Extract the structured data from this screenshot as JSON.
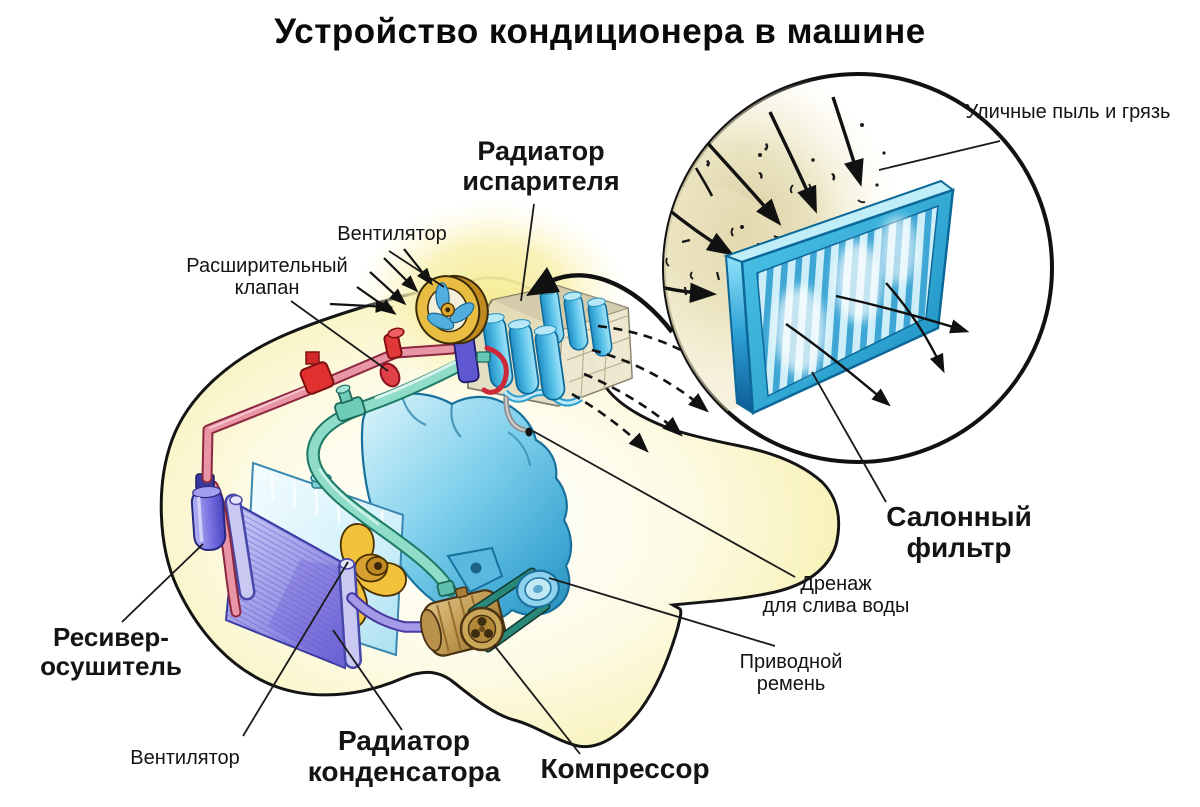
{
  "title": "Устройство кондиционера в машине",
  "labels": {
    "evaporator_radiator": {
      "line1": "Радиатор",
      "line2": "испарителя"
    },
    "fan_top": "Вентилятор",
    "expansion_valve": {
      "line1": "Расширительный",
      "line2": "клапан"
    },
    "street_dust": "Уличные пыль и грязь",
    "cabin_filter": {
      "line1": "Салонный",
      "line2": "фильтр"
    },
    "drain": {
      "line1": "Дренаж",
      "line2": "для слива воды"
    },
    "drive_belt": {
      "line1": "Приводной",
      "line2": "ремень"
    },
    "receiver_dryer": {
      "line1": "Ресивер-",
      "line2": "осушитель"
    },
    "fan_bottom": "Вентилятор",
    "condenser_radiator": {
      "line1": "Радиатор",
      "line2": "конденсатора"
    },
    "compressor": "Компрессор"
  },
  "colors": {
    "background": "#ffffff",
    "car_body": "#f5efad",
    "glow": "#f7ee9c",
    "engine": "#5cc0e8",
    "high_pressure_pipe": "#e895a5",
    "low_pressure_pipe": "#8fdcc8",
    "condenser_pipe": "#a49ae8",
    "condenser": "#8d85e2",
    "cooling_radiator": "#c2eaf6",
    "receiver": "#6a64dc",
    "fan_gold": "#f2c23c",
    "compressor_body": "#c8a35c",
    "evaporator_coil": "#55c0e8",
    "filter_frame": "#29aede",
    "line_color": "#141414"
  }
}
